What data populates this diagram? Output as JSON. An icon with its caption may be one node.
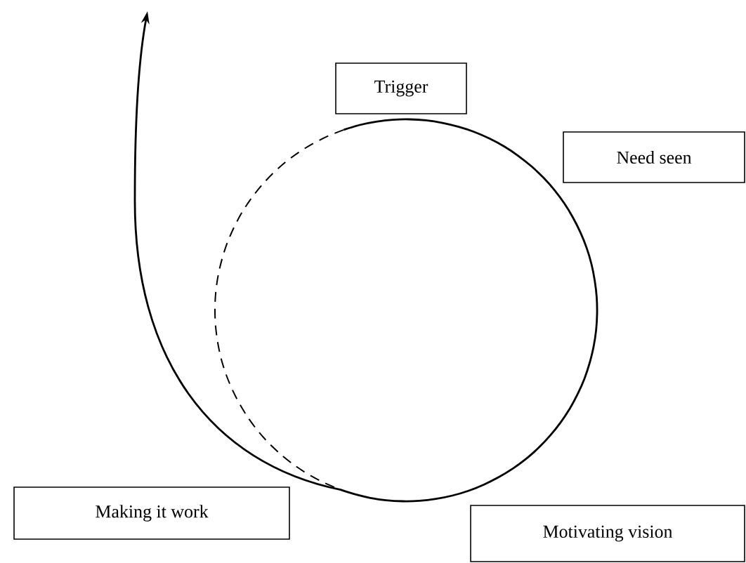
{
  "diagram": {
    "nodes": [
      {
        "text": [
          "Trigger"
        ]
      },
      {
        "text": [
          "Need seen"
        ]
      },
      {
        "text": [
          "Making it work"
        ]
      },
      {
        "text": [
          "Motivating vision"
        ]
      }
    ]
  }
}
